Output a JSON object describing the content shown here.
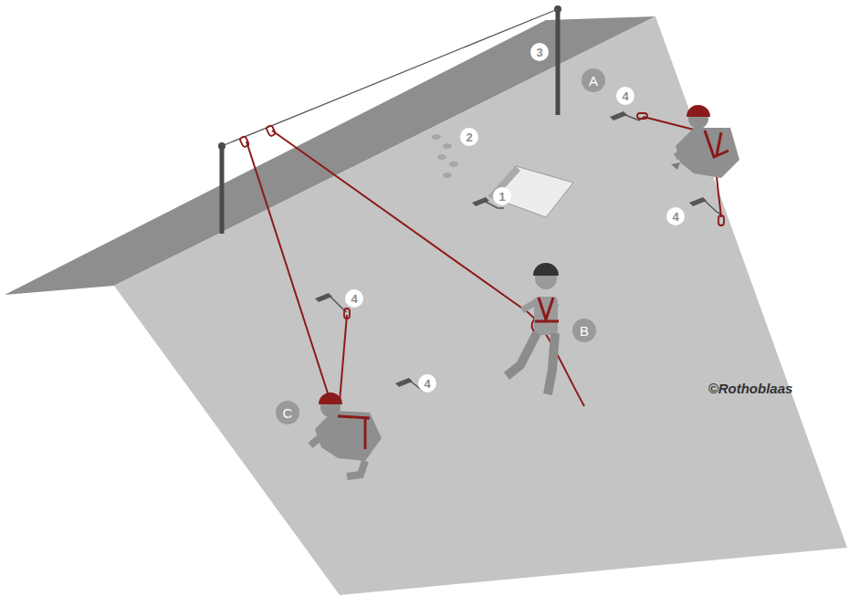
{
  "diagram": {
    "labels": [
      "3",
      "A",
      "4",
      "2",
      "1",
      "4",
      "B",
      "4",
      "4",
      "C",
      "©Rothoblaas"
    ]
  }
}
